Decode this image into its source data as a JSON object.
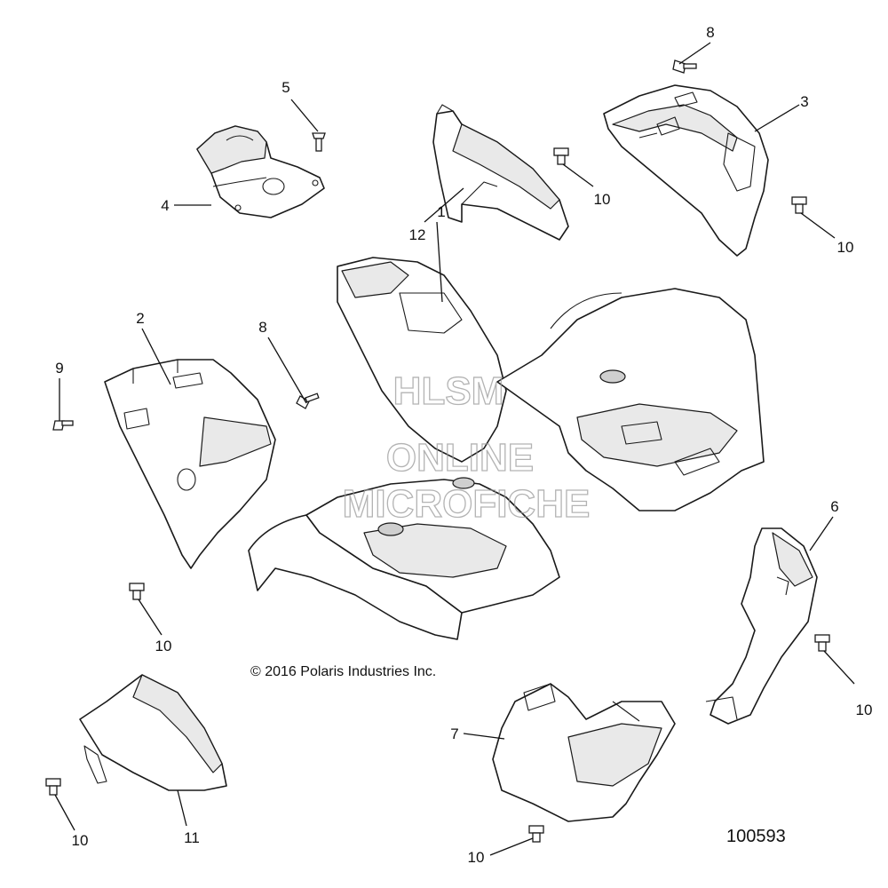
{
  "callouts": {
    "c1": "1",
    "c2": "2",
    "c3": "3",
    "c4": "4",
    "c5": "5",
    "c6": "6",
    "c7": "7",
    "c8a": "8",
    "c8b": "8",
    "c9": "9",
    "c10a": "10",
    "c10b": "10",
    "c10c": "10",
    "c10d": "10",
    "c10e": "10",
    "c10f": "10",
    "c11": "11",
    "c12": "12"
  },
  "copyright": "© 2016 Polaris Industries Inc.",
  "figure_number": "100593",
  "watermark": {
    "line1": "HLSM",
    "line2": "ONLINE",
    "line3": "MICROFICHE"
  }
}
